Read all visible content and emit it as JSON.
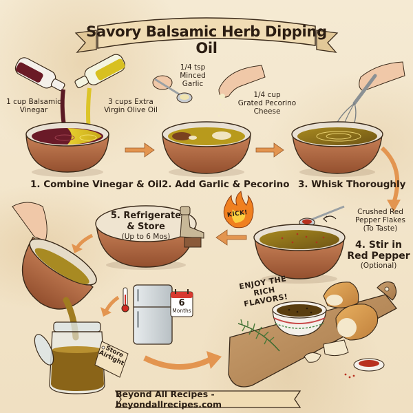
{
  "title": "Savory Balsamic Herb Dipping Oil",
  "colors": {
    "parchment": "#f3e6cc",
    "bowl": "#b9704a",
    "bowl_dark": "#8a4a2c",
    "balsamic": "#5a1a24",
    "olive_oil": "#d4b81e",
    "mixture": "#8a6a18",
    "arrow": "#e0914a",
    "flame": "#f08020",
    "ink": "#2a1e14"
  },
  "ingredients": {
    "vinegar": "1 cup Balsamic Vinegar",
    "vinegar_line1": "1 cup Balsamic",
    "vinegar_line2": "Vinegar",
    "oil": "3 cups Extra Virgin Olive Oil",
    "oil_line1": "3 cups Extra",
    "oil_line2": "Virgin Olive Oil",
    "garlic_line1": "1/4 tsp",
    "garlic_line2": "Minced",
    "garlic_line3": "Garlic",
    "cheese_line1": "1/4 cup",
    "cheese_line2": "Grated Pecorino",
    "cheese_line3": "Cheese",
    "pepper_line1": "Crushed Red",
    "pepper_line2": "Pepper Flakes",
    "pepper_line3": "(To Taste)"
  },
  "steps": [
    {
      "number": 1,
      "label": "1. Combine Vinegar & Oil"
    },
    {
      "number": 2,
      "label": "2. Add Garlic & Pecorino"
    },
    {
      "number": 3,
      "label": "3. Whisk Thoroughly"
    },
    {
      "number": 4,
      "line1": "4. Stir in",
      "line2": "Red Pepper",
      "line3": "(Optional)"
    },
    {
      "number": 5,
      "line1": "5. Refrigerate",
      "line2": "& Store",
      "line3": "(Up to 6 Mos)"
    }
  ],
  "badges": {
    "kick": "KICK!",
    "calendar_number": "6",
    "calendar_unit": "Months",
    "tag_line1": "Store",
    "tag_line2": "Airtight",
    "enjoy_line1": "ENJOY THE RICH",
    "enjoy_line2": "FLAVORS!"
  },
  "footer": "Beyond All Recipes - beyondallrecipes.com"
}
